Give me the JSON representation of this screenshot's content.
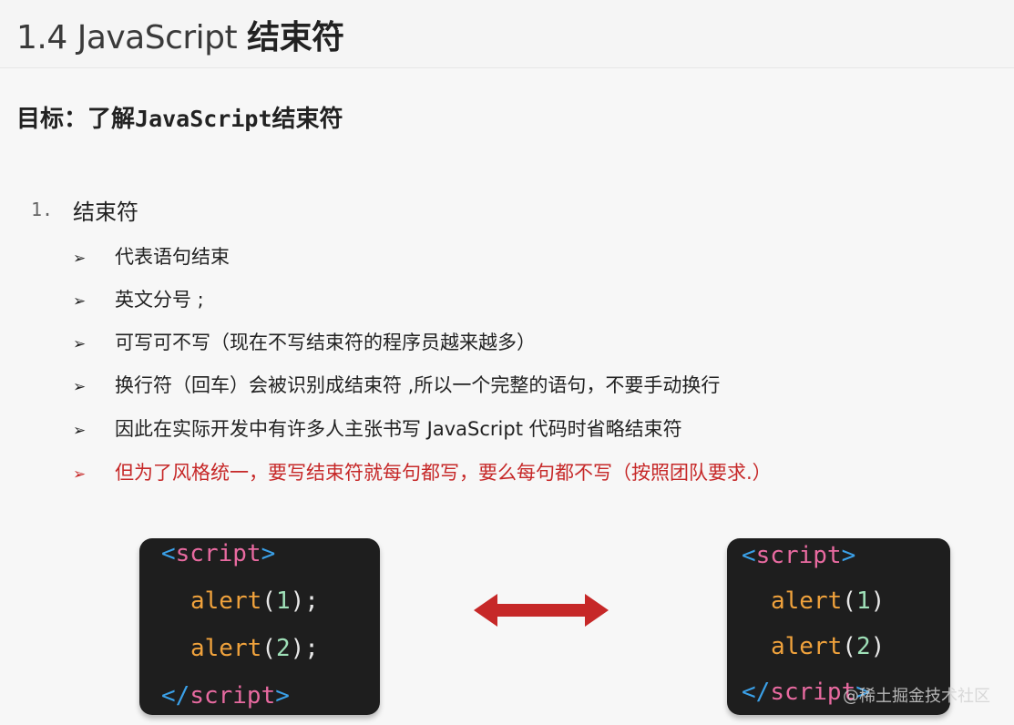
{
  "title": {
    "prefix": "1.4 JavaScript ",
    "bold": "结束符"
  },
  "objective": {
    "label": "目标：了解",
    "code": "JavaScript",
    "suffix": "结束符"
  },
  "list": {
    "number": "1.",
    "heading": "结束符",
    "bullets": [
      "代表语句结束",
      "英文分号 ;",
      "可写可不写（现在不写结束符的程序员越来越多）",
      "换行符（回车）会被识别成结束符 ,所以一个完整的语句，不要手动换行",
      "因此在实际开发中有许多人主张书写 JavaScript 代码时省略结束符",
      "但为了风格统一，要写结束符就每句都写，要么每句都不写（按照团队要求.）"
    ],
    "arrow_glyph": "➢"
  },
  "code_left": {
    "open_lt": "<",
    "open_tag": "script",
    "open_gt": ">",
    "line1_fn": "alert",
    "line1_open": "(",
    "line1_arg": "1",
    "line1_close": ");",
    "line2_fn": "alert",
    "line2_open": "(",
    "line2_arg": "2",
    "line2_close": ");",
    "close_lt": "</",
    "close_tag": "script",
    "close_gt": ">"
  },
  "code_right": {
    "open_lt": "<",
    "open_tag": "script",
    "open_gt": ">",
    "line1_fn": "alert",
    "line1_open": "(",
    "line1_arg": "1",
    "line1_close": ")",
    "line2_fn": "alert",
    "line2_open": "(",
    "line2_arg": "2",
    "line2_close": ")",
    "close_lt": "</",
    "close_tag": "script",
    "close_gt": ">"
  },
  "watermark": "@稀土掘金技术社区",
  "colors": {
    "accent_red": "#c62828",
    "code_bg": "#1e1e1e"
  }
}
